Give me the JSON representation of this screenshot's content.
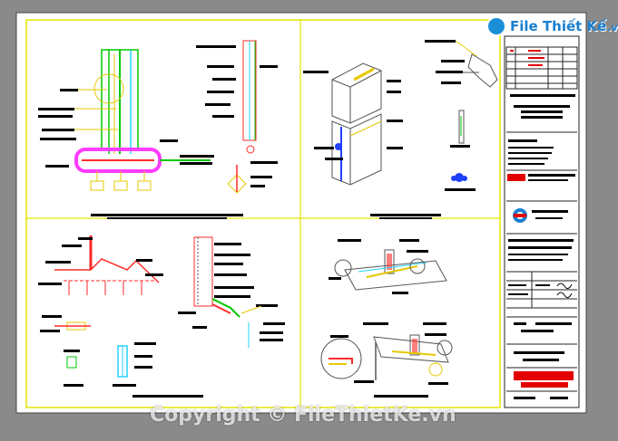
{
  "logo": {
    "brand": "File Thiết Kế",
    "domain": ".vn"
  },
  "watermark": "Copyright © FileThietKe.vn",
  "colors": {
    "sheet": "#ffffff",
    "frame": "#e6e600",
    "pipe_magenta": "#ff3cff",
    "pipe_red": "#ff2a2a",
    "pipe_green": "#00c800",
    "pipe_cyan": "#22d4ff",
    "label_black": "#000000",
    "stamp_red": "#e30000",
    "brand_blue": "#1a7fd0"
  },
  "icons": [
    "logo-mark-icon",
    "company-logo-icon"
  ]
}
